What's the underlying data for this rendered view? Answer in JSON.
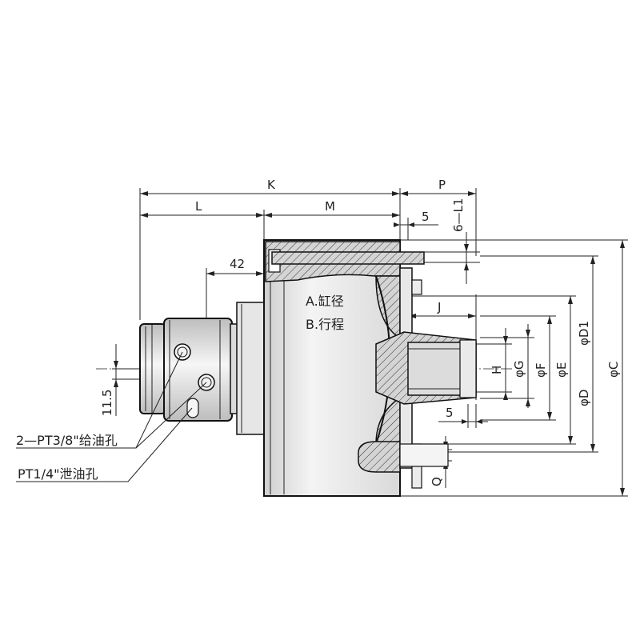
{
  "labels": {
    "K": "K",
    "L": "L",
    "M": "M",
    "P": "P",
    "five_top": "5",
    "six_l1": "6—L1",
    "forty_two": "42",
    "J": "J",
    "H": "H",
    "G": "φG",
    "F": "φF",
    "E": "φE",
    "D": "φD",
    "D1": "φD1",
    "C": "φC",
    "five_bottom": "5",
    "Q": "Q",
    "eleven_five": "11.5",
    "bore": "A.缸径",
    "stroke": "B.行程",
    "oil_supply": "2—PT3/8\"给油孔",
    "oil_drain": "PT1/4\"泄油孔"
  }
}
